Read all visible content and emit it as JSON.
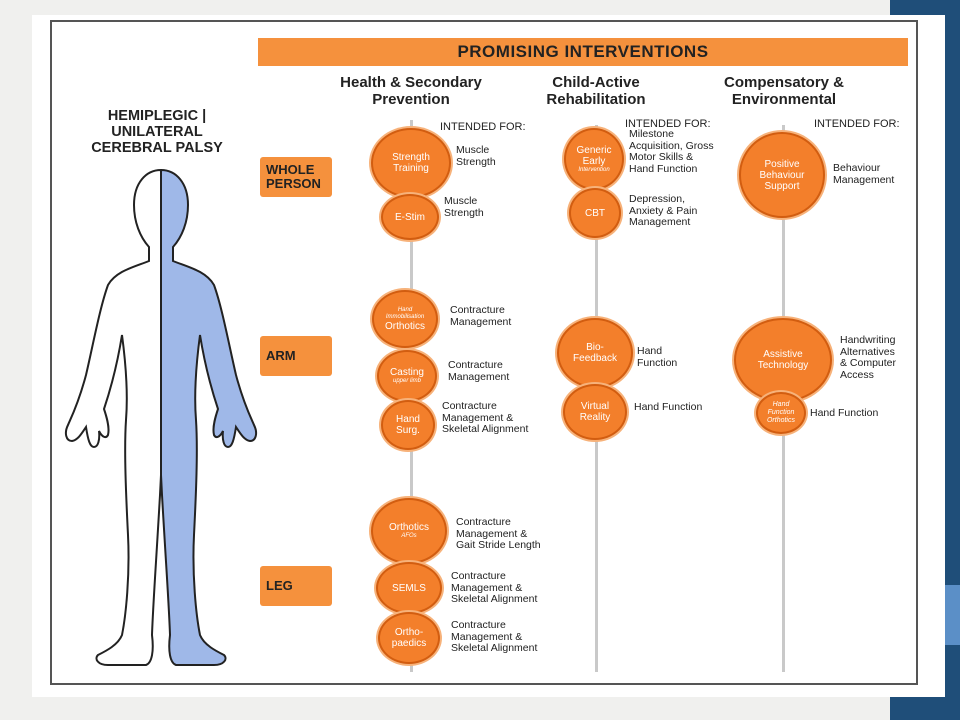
{
  "banner": "PROMISING INTERVENTIONS",
  "title": "HEMIPLEGIC | UNILATERAL CEREBRAL PALSY",
  "columns": [
    {
      "heading": "Health & Secondary\nPrevention",
      "intended": "INTENDED FOR:"
    },
    {
      "heading": "Child-Active\nRehabilitation",
      "intended": "INTENDED FOR:"
    },
    {
      "heading": "Compensatory &\nEnvironmental",
      "intended": "INTENDED FOR:"
    }
  ],
  "regions": {
    "whole": "WHOLE\nPERSON",
    "arm": "ARM",
    "leg": "LEG"
  },
  "interventions": {
    "strength": {
      "label": "Strength\nTraining",
      "desc": "Muscle\nStrength"
    },
    "estim": {
      "label": "E-Stim",
      "desc": "Muscle\nStrength"
    },
    "generic": {
      "label": "Generic\nEarly",
      "sub": "Intervention",
      "desc": "Milestone\nAcquisition, Gross\nMotor Skills &\nHand Function"
    },
    "cbt": {
      "label": "CBT",
      "desc": "Depression,\nAnxiety & Pain\nManagement"
    },
    "pbs": {
      "label": "Positive\nBehaviour\nSupport",
      "desc": "Behaviour\nManagement"
    },
    "orthotics_arm": {
      "sub": "Hand\nImmobilisation",
      "label": "Orthotics",
      "desc": "Contracture\nManagement"
    },
    "casting": {
      "label": "Casting",
      "sub": "upper limb",
      "desc": "Contracture\nManagement"
    },
    "hand_surg": {
      "label": "Hand\nSurg.",
      "desc": "Contracture\nManagement &\nSkeletal Alignment"
    },
    "biofeedback": {
      "label": "Bio-\nFeedback",
      "desc": "Hand\nFunction"
    },
    "virtual": {
      "label": "Virtual\nReality",
      "desc": "Hand Function"
    },
    "assistive": {
      "label": "Assistive\nTechnology",
      "desc": "Handwriting\nAlternatives\n& Computer\nAccess"
    },
    "hand_orthotics": {
      "label": "Hand\nFunction\nOrthotics",
      "desc": "Hand Function"
    },
    "orthotics_leg": {
      "label": "Orthotics",
      "sub": "AFOs",
      "desc": "Contracture\nManagement &\nGait Stride Length"
    },
    "semls": {
      "label": "SEMLS",
      "desc": "Contracture\nManagement &\nSkeletal Alignment"
    },
    "orthopaedics": {
      "label": "Ortho-\npaedics",
      "desc": "Contracture\nManagement &\nSkeletal Alignment"
    }
  },
  "colors": {
    "orange": "#f37f2b",
    "banner": "#f5913d",
    "affected_side": "#9fb8e8",
    "slide_blue": "#1f4e79"
  }
}
